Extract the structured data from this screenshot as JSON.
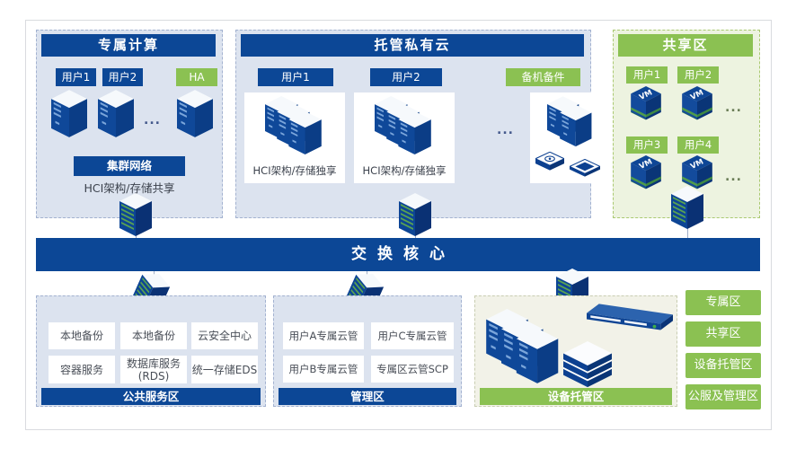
{
  "colors": {
    "navy": "#0c4796",
    "green": "#8bc152",
    "panel_blue_bg": "#dce3ef",
    "panel_green_bg": "#edf3e0",
    "panel_cream_bg": "#f2f2e8"
  },
  "ui": {
    "ellipsis": "..."
  },
  "panels": {
    "dedicated": {
      "title": "专属计算",
      "user1": "用户1",
      "user2": "用户2",
      "ha": "HA",
      "cluster_network": "集群网络",
      "arch": "HCI架构/存储共享"
    },
    "hosted": {
      "title": "托管私有云",
      "user1": "用户1",
      "user2": "用户2",
      "spare": "备机备件",
      "arch1": "HCI架构/存储独享",
      "arch2": "HCI架构/存储独享"
    },
    "shared": {
      "title": "共享区",
      "user1": "用户1",
      "user2": "用户2",
      "user3": "用户3",
      "user4": "用户4",
      "vm": "VM"
    }
  },
  "core": {
    "label": "交换核心"
  },
  "bottom": {
    "public_service": {
      "cards": [
        "本地备份",
        "本地备份",
        "云安全中心",
        "容器服务",
        "数据库服务(RDS)",
        "统一存储EDS"
      ],
      "footer": "公共服务区"
    },
    "management": {
      "cards": [
        "用户A专属云管",
        "用户C专属云管",
        "用户B专属云管",
        "专属区云管SCP"
      ],
      "footer": "管理区"
    },
    "hosting": {
      "footer": "设备托管区"
    }
  },
  "legend": [
    "专属区",
    "共享区",
    "设备托管区",
    "公服及管理区"
  ]
}
